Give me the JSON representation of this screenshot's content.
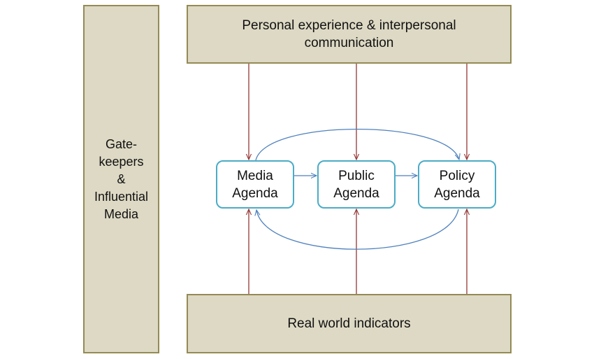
{
  "diagram": {
    "side": {
      "label": "Gate-\nkeepers\n&\nInfluential\nMedia"
    },
    "top": {
      "label": "Personal experience & interpersonal\ncommunication"
    },
    "bottom": {
      "label": "Real world indicators"
    },
    "agendas": [
      {
        "label": "Media\nAgenda"
      },
      {
        "label": "Public\nAgenda"
      },
      {
        "label": "Policy\nAgenda"
      }
    ],
    "colors": {
      "box_fill": "#ddd9c4",
      "box_border": "#948a54",
      "agenda_border": "#4bacc6",
      "influence_arrow": "#953735",
      "flow_arrow": "#4f81bd"
    }
  }
}
